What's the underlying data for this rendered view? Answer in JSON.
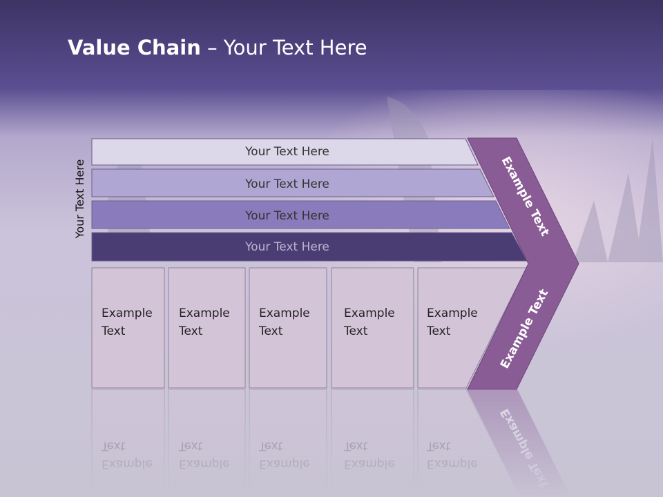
{
  "title": {
    "bold": "Value Chain",
    "rest": " – Your Text Here"
  },
  "side_label": "Your Text Here",
  "bars": [
    {
      "label": "Your Text Here",
      "color": "#dcd8ea",
      "text_color": "#333333"
    },
    {
      "label": "Your Text Here",
      "color": "#b0a6d3",
      "text_color": "#333333"
    },
    {
      "label": "Your Text Here",
      "color": "#8a7bbd",
      "text_color": "#333333"
    },
    {
      "label": "Your Text Here",
      "color": "#4a3d74",
      "text_color": "#bbb5d0"
    }
  ],
  "boxes": [
    {
      "line1": "Example",
      "line2": "Text"
    },
    {
      "line1": "Example",
      "line2": "Text"
    },
    {
      "line1": "Example",
      "line2": "Text"
    },
    {
      "line1": "Example",
      "line2": "Text"
    },
    {
      "line1": "Example",
      "line2": "Text"
    }
  ],
  "chevron": {
    "top_label": "Example Text",
    "bottom_label": "Example Text",
    "color": "#8a5c96"
  },
  "colors": {
    "header_top": "#3d3365",
    "header_bottom": "#5b4f92",
    "box_fill": "#d4c4d8"
  }
}
